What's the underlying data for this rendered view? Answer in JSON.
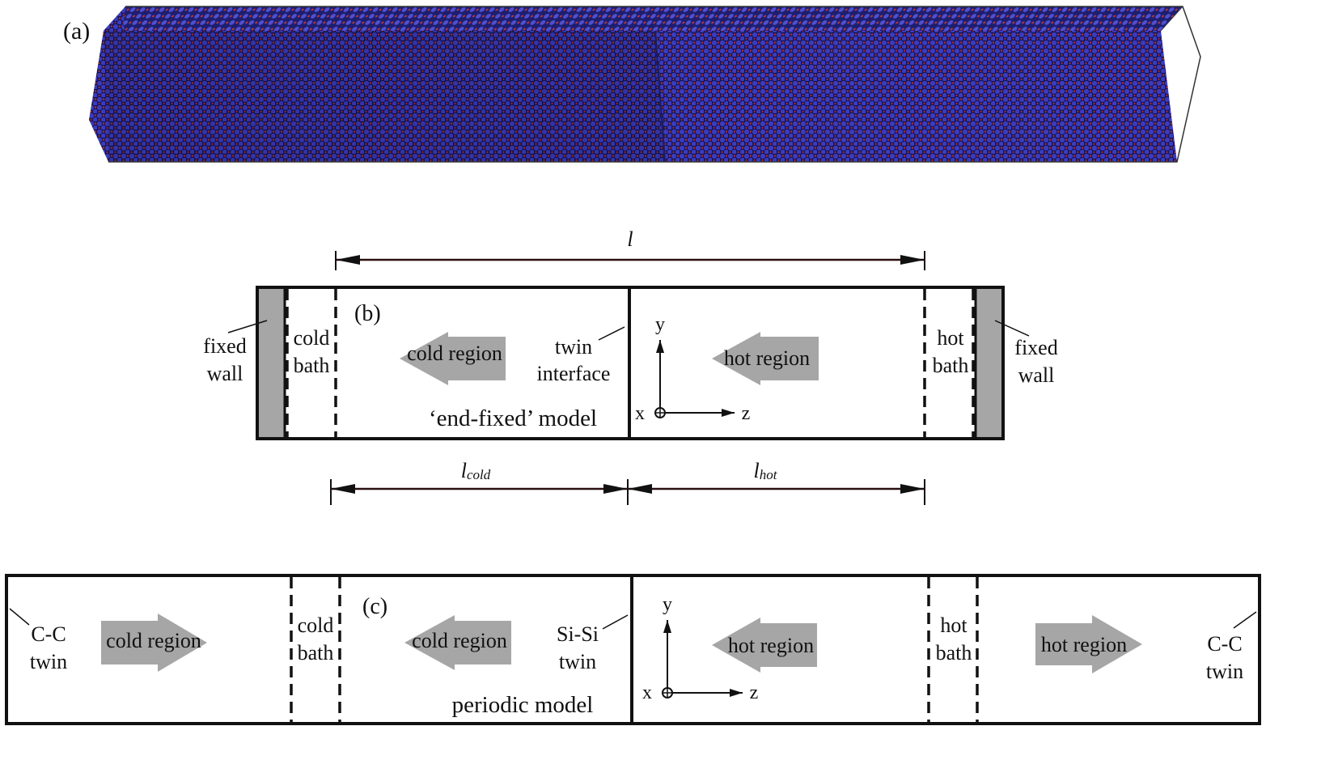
{
  "panel_a": {
    "label": "(a)",
    "colors": {
      "atom_blue": "#3a3ab8",
      "atom_dark": "#161660",
      "atom_red": "#b03030",
      "edge": "#222222"
    }
  },
  "panel_b": {
    "label": "(b)",
    "dim_total": "l",
    "dim_cold": "l",
    "dim_cold_sub": "cold",
    "dim_hot": "l",
    "dim_hot_sub": "hot",
    "fixed_wall_left": [
      "fixed",
      "wall"
    ],
    "cold_bath": [
      "cold",
      "bath"
    ],
    "cold_region": "cold region",
    "twin_interface": [
      "twin",
      "interface"
    ],
    "hot_region": "hot region",
    "hot_bath": [
      "hot",
      "bath"
    ],
    "fixed_wall_right": [
      "fixed",
      "wall"
    ],
    "model_name": "‘end-fixed’ model",
    "axes": {
      "y": "y",
      "x": "x",
      "z": "z"
    }
  },
  "panel_c": {
    "label": "(c)",
    "cc_twin_left": [
      "C-C",
      "twin"
    ],
    "cold_region_1": "cold region",
    "cold_bath": [
      "cold",
      "bath"
    ],
    "cold_region_2": "cold region",
    "sisi_twin": [
      "Si-Si",
      "twin"
    ],
    "hot_region_1": "hot region",
    "hot_bath": [
      "hot",
      "bath"
    ],
    "hot_region_2": "hot region",
    "cc_twin_right": [
      "C-C",
      "twin"
    ],
    "model_name": "periodic model",
    "axes": {
      "y": "y",
      "x": "x",
      "z": "z"
    }
  },
  "colors": {
    "arrow_fill": "#a6a6a6",
    "wall_fill": "#a6a6a6",
    "line": "#111111",
    "dim_line": "#2a0f0f"
  }
}
